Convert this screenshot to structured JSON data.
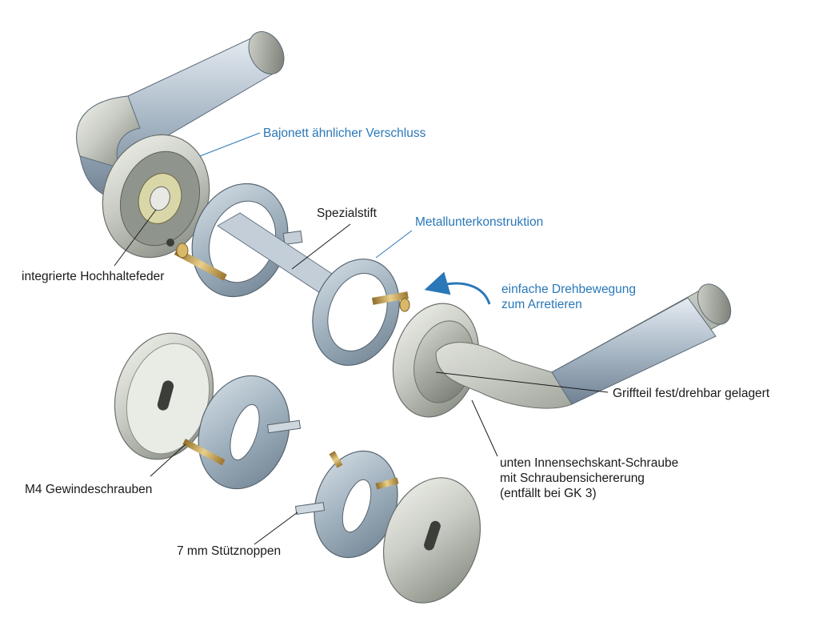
{
  "labels": {
    "bayonet": "Bajonett ähnlicher Verschluss",
    "special_pin": "Spezialstift",
    "metal_substructure": "Metallunterkonstruktion",
    "spring": "integrierte Hochhaltefeder",
    "rotation": [
      "einfache Drehbewegung",
      "zum Arretieren"
    ],
    "handle_part": "Griffteil fest/drehbar gelagert",
    "hex_screw": [
      "unten Innensechskant-Schraube",
      "mit Schraubensichererung",
      "(entfällt bei GK 3)"
    ],
    "m4_screws": "M4 Gewindeschrauben",
    "support_studs": "7 mm Stütznoppen"
  },
  "colors": {
    "callout_blue": "#2a78b8",
    "callout_black": "#1a1a1a",
    "steel": "#c9ccc4",
    "galvanized": "#9fb0bd",
    "brass": "#c9a65a"
  }
}
